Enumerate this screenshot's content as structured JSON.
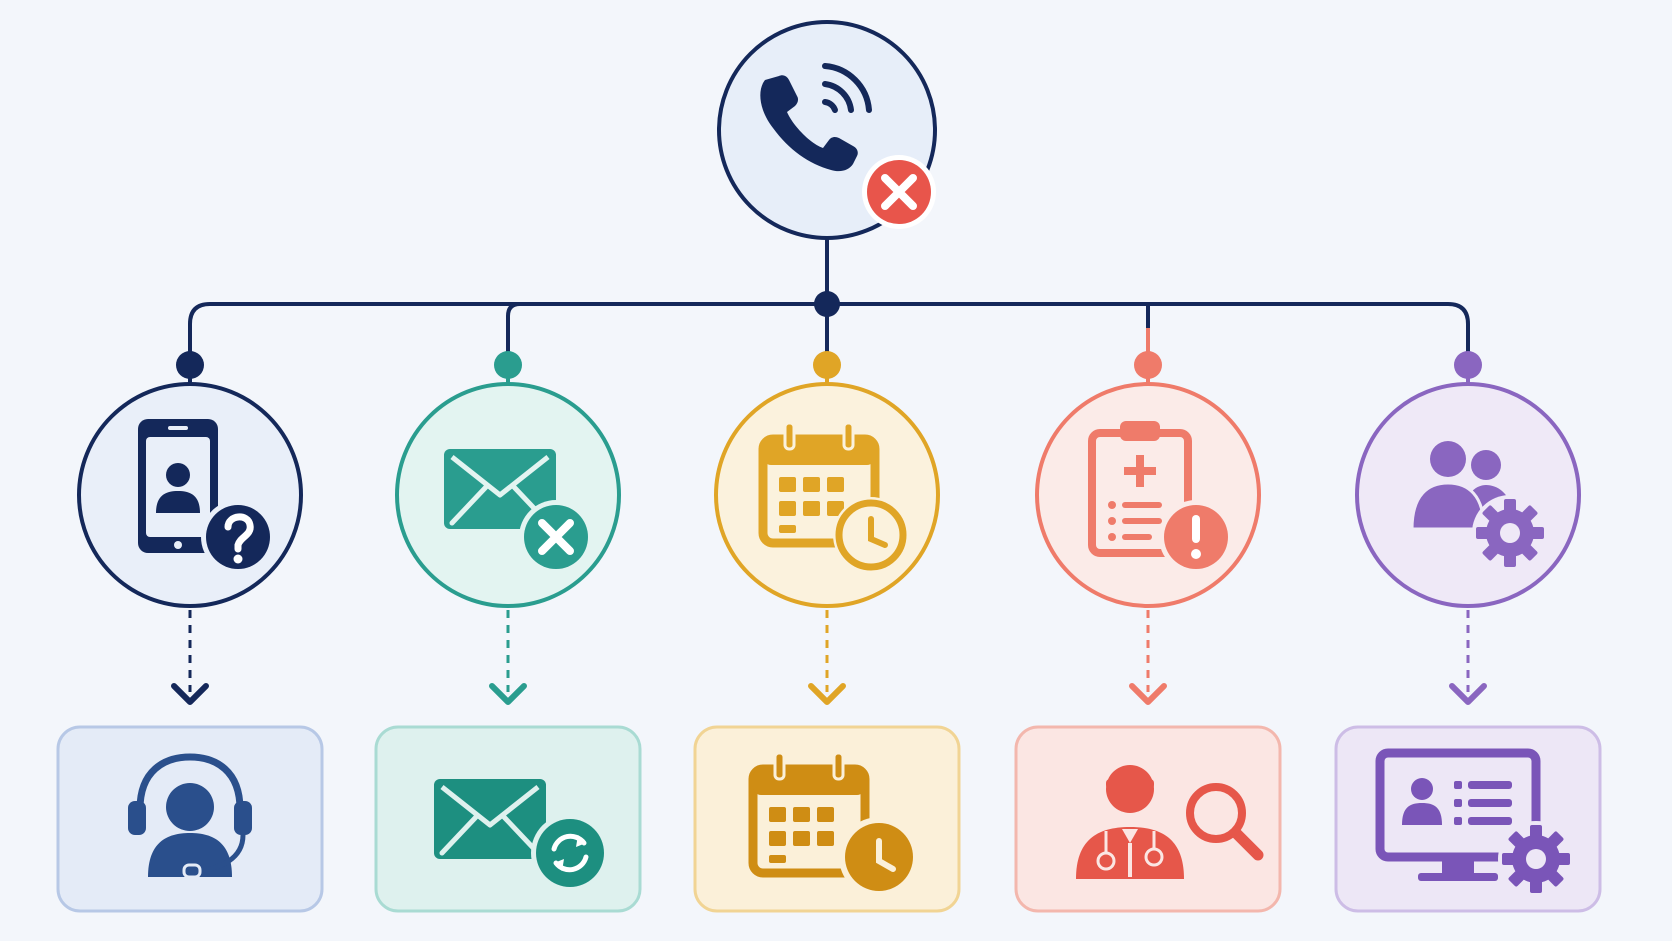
{
  "colors": {
    "background": "#f3f6fb",
    "navy": "#14285a",
    "danger": "#e8554b"
  },
  "root": {
    "icon": "phone-call-icon",
    "badge": "cancel-x-icon",
    "stroke": "#14285a",
    "fill": "#e7eef9"
  },
  "branches": [
    {
      "id": "phone",
      "color": "#14285a",
      "circle_fill": "#e9eff9",
      "box_fill": "#e4ebf7",
      "box_border": "#b7c8e6",
      "icon": "smartphone-contact-icon",
      "badge": "question-mark-icon",
      "result_icon": "headset-agent-icon",
      "result_color": "#2a4f8c"
    },
    {
      "id": "email",
      "color": "#2a9d8f",
      "circle_fill": "#e3f4f1",
      "box_fill": "#def1ee",
      "box_border": "#a9dbd3",
      "icon": "envelope-icon",
      "badge": "cancel-x-icon",
      "result_icon": "envelope-icon",
      "result_badge": "refresh-icon",
      "result_color": "#1d8f80"
    },
    {
      "id": "calendar",
      "color": "#e0a526",
      "circle_fill": "#fbf2dd",
      "box_fill": "#fbf0d9",
      "box_border": "#f1d494",
      "icon": "calendar-icon",
      "badge": "clock-icon",
      "result_icon": "calendar-icon",
      "result_badge": "clock-icon",
      "result_color": "#cf8d14"
    },
    {
      "id": "medical",
      "color": "#ef7b6a",
      "circle_fill": "#fbebe8",
      "box_fill": "#fbe6e3",
      "box_border": "#f3b7ad",
      "icon": "medical-clipboard-icon",
      "badge": "exclamation-icon",
      "result_icon": "doctor-icon",
      "result_badge": "magnifier-icon",
      "result_color": "#e6574a"
    },
    {
      "id": "team",
      "color": "#8a66c0",
      "circle_fill": "#efe9f7",
      "box_fill": "#ede7f6",
      "box_border": "#cdbde6",
      "icon": "users-icon",
      "badge": "gear-icon",
      "result_icon": "monitor-profile-icon",
      "result_badge": "gear-icon",
      "result_color": "#7a55b8"
    }
  ]
}
